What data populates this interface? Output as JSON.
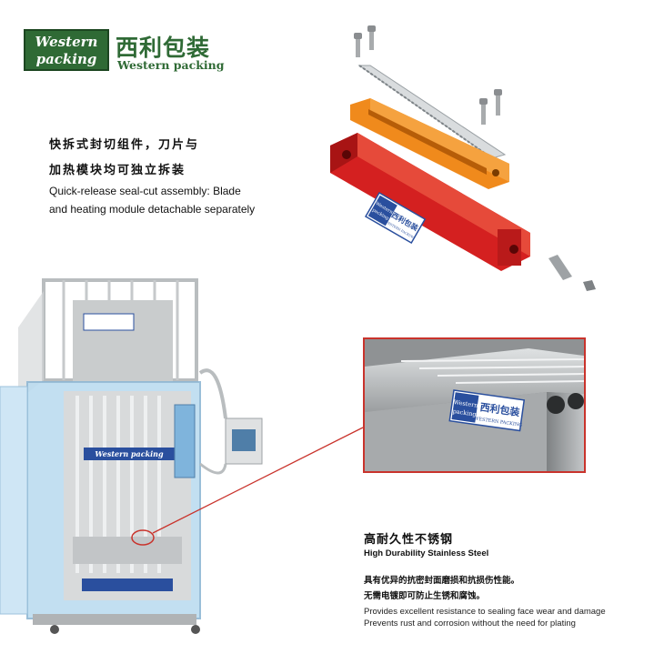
{
  "logo": {
    "line1": "Western",
    "line2": "packing",
    "cn": "西利包装",
    "en": "Western packing"
  },
  "feature1": {
    "cn_line1": "快拆式封切组件，刀片与",
    "cn_line2": "加热模块均可独立拆装",
    "en_line1": "Quick-release seal-cut assembly: Blade",
    "en_line2": "and heating module detachable separately"
  },
  "feature2": {
    "cn_title": "高耐久性不锈钢",
    "en_title": "High Durability Stainless Steel",
    "cn_line1": "具有优异的抗密封面磨损和抗损伤性能。",
    "cn_line2": "无需电镀即可防止生锈和腐蚀。",
    "en_line1": "Provides excellent resistance to sealing face wear and damage",
    "en_line2": "Prevents rust and corrosion without the need for plating"
  },
  "part_label": {
    "line1": "Western",
    "line2": "packing",
    "cn": "西利包装",
    "en": "WESTERN PACKING"
  },
  "machine_label": "Western packing",
  "colors": {
    "brand_green": "#2f6a35",
    "highlight_red": "#c9332c",
    "red_part": "#d42020",
    "orange_part": "#f08a1c",
    "machine_blue": "#bcdcf0"
  }
}
